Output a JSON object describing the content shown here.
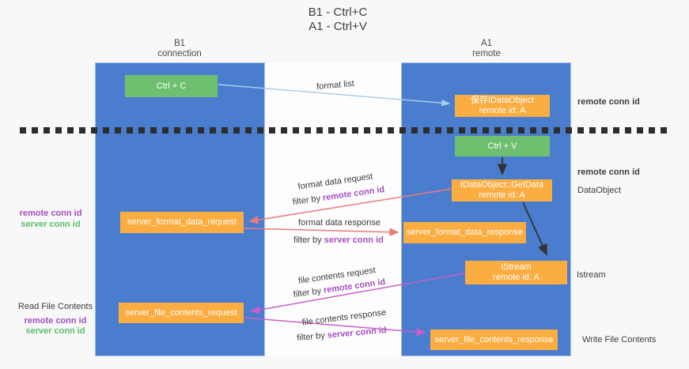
{
  "title": {
    "line1": "B1 - Ctrl+C",
    "line2": "A1 - Ctrl+V"
  },
  "lanes": {
    "left": {
      "header_line1": "B1",
      "header_line2": "connection"
    },
    "right": {
      "header_line1": "A1",
      "header_line2": "remote"
    }
  },
  "boxes": {
    "ctrl_c": "Ctrl + C",
    "ctrl_v": "Ctrl + V",
    "save_idataobject": {
      "line1": "保存IDataObject",
      "line2": "remote id: A"
    },
    "getdata": {
      "line1": "IDataObject::GetData",
      "line2": "remote id: A"
    },
    "istream": {
      "line1": "IStream",
      "line2": "remote id: A"
    },
    "format_request": "server_format_data_request",
    "format_response": "server_format_data_response",
    "file_request": "server_file_contents_request",
    "file_response": "server_file_contents_response"
  },
  "arrow_labels": {
    "format_list": "format list",
    "format_data_request": "format data request",
    "format_data_response": "format data response",
    "file_contents_request": "file contents request",
    "file_contents_response": "file contents response",
    "filter_by": "filter by ",
    "remote_conn_id": "remote conn id",
    "server_conn_id": "server conn id"
  },
  "side_labels": {
    "remote_conn_id": "remote conn id",
    "server_conn_id": "server conn id",
    "data_object": "DataObject",
    "istream": "Istream",
    "read_file_contents": "Read File Contents",
    "write_file_contents": "Write File Contents"
  },
  "colors": {
    "lane_blue": "#4A7DCE",
    "box_orange": "#FBAD41",
    "box_green": "#6FBF70",
    "arrow_red": "#E97B7B",
    "arrow_magenta": "#C95FC9",
    "arrow_light_blue": "#A9CDEB",
    "arrow_black": "#333333",
    "label_purple": "#A44FC0",
    "label_green": "#5BBD6B"
  }
}
